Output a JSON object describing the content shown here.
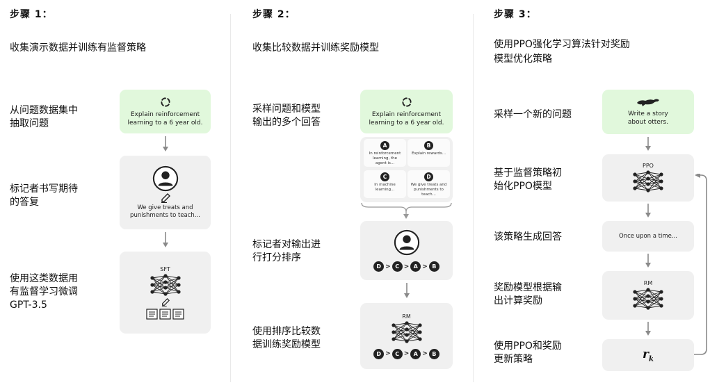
{
  "steps": [
    {
      "title": "步骤 1：",
      "desc": "收集演示数据并训练有监督策略",
      "labels": [
        "从问题数据集中\n抽取问题",
        "标记者书写期待\n的答复",
        "使用这类数据用\n有监督学习微调\nGPT-3.5"
      ],
      "prompt": "Explain reinforcement\nlearning to a 6 year old.",
      "demo_text": "We give treats and\npunishments to teach...",
      "model_caption": "SFT"
    },
    {
      "title": "步骤 2：",
      "desc": "收集比较数据并训练奖励模型",
      "labels": [
        "采样问题和模型\n输出的多个回答",
        "标记者对输出进\n行打分排序",
        "使用排序比较数\n据训练奖励模型"
      ],
      "prompt": "Explain reinforcement\nlearning to a 6 year old.",
      "options": [
        {
          "letter": "A",
          "text": "In reinforcement\nlearning, the\nagent is..."
        },
        {
          "letter": "B",
          "text": "Explain rewards..."
        },
        {
          "letter": "C",
          "text": "In machine\nlearning..."
        },
        {
          "letter": "D",
          "text": "We give treats and\npunishments to\nteach..."
        }
      ],
      "ranking": [
        "D",
        "C",
        "A",
        "B"
      ],
      "model_caption": "RM"
    },
    {
      "title": "步骤 3：",
      "desc": "使用PPO强化学习算法针对奖励\n模型优化策略",
      "labels": [
        "采样一个新的问题",
        "基于监督策略初\n始化PPO模型",
        "该策略生成回答",
        "奖励模型根据输\n出计算奖励",
        "使用PPO和奖励\n更新策略"
      ],
      "prompt": "Write a story\nabout otters.",
      "ppo_caption": "PPO",
      "output_text": "Once upon a time...",
      "rm_caption": "RM",
      "reward_symbol": "r",
      "reward_subscript": "k"
    }
  ],
  "colors": {
    "green_box": "#e1f8dc",
    "grey_box": "#f0f0f0",
    "dark": "#222222",
    "arrow": "#8a8a8a"
  },
  "icons": [
    "openai-logo-icon",
    "person-icon",
    "pencil-icon",
    "neural-network-icon",
    "document-icon",
    "otter-icon",
    "feedback-loop-arrow"
  ]
}
